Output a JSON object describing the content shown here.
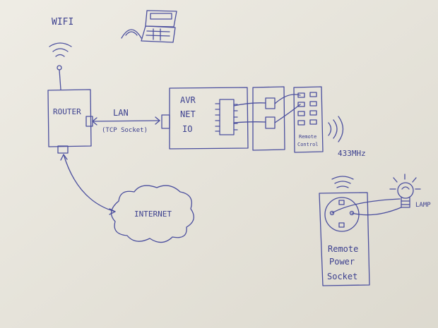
{
  "labels": {
    "wifi": "WIFI",
    "router": "ROUTER",
    "lan": "LAN",
    "tcp_socket": "(TCP Socket)",
    "avr_line1": "AVR",
    "avr_line2": "NET",
    "avr_line3": "IO",
    "remote_control_line1": "Remote",
    "remote_control_line2": "Control",
    "frequency": "433MHz",
    "internet": "INTERNET",
    "socket_line1": "Remote",
    "socket_line2": "Power",
    "socket_line3": "Socket",
    "lamp": "LAMP"
  },
  "colors": {
    "paper": "#e9e6dc",
    "ink": "#4b4f9e"
  },
  "icons": [
    "antenna-icon",
    "laptop-icon",
    "wifi-waves-icon",
    "lamp-icon",
    "power-plug-icon",
    "remote-buttons-icon"
  ]
}
